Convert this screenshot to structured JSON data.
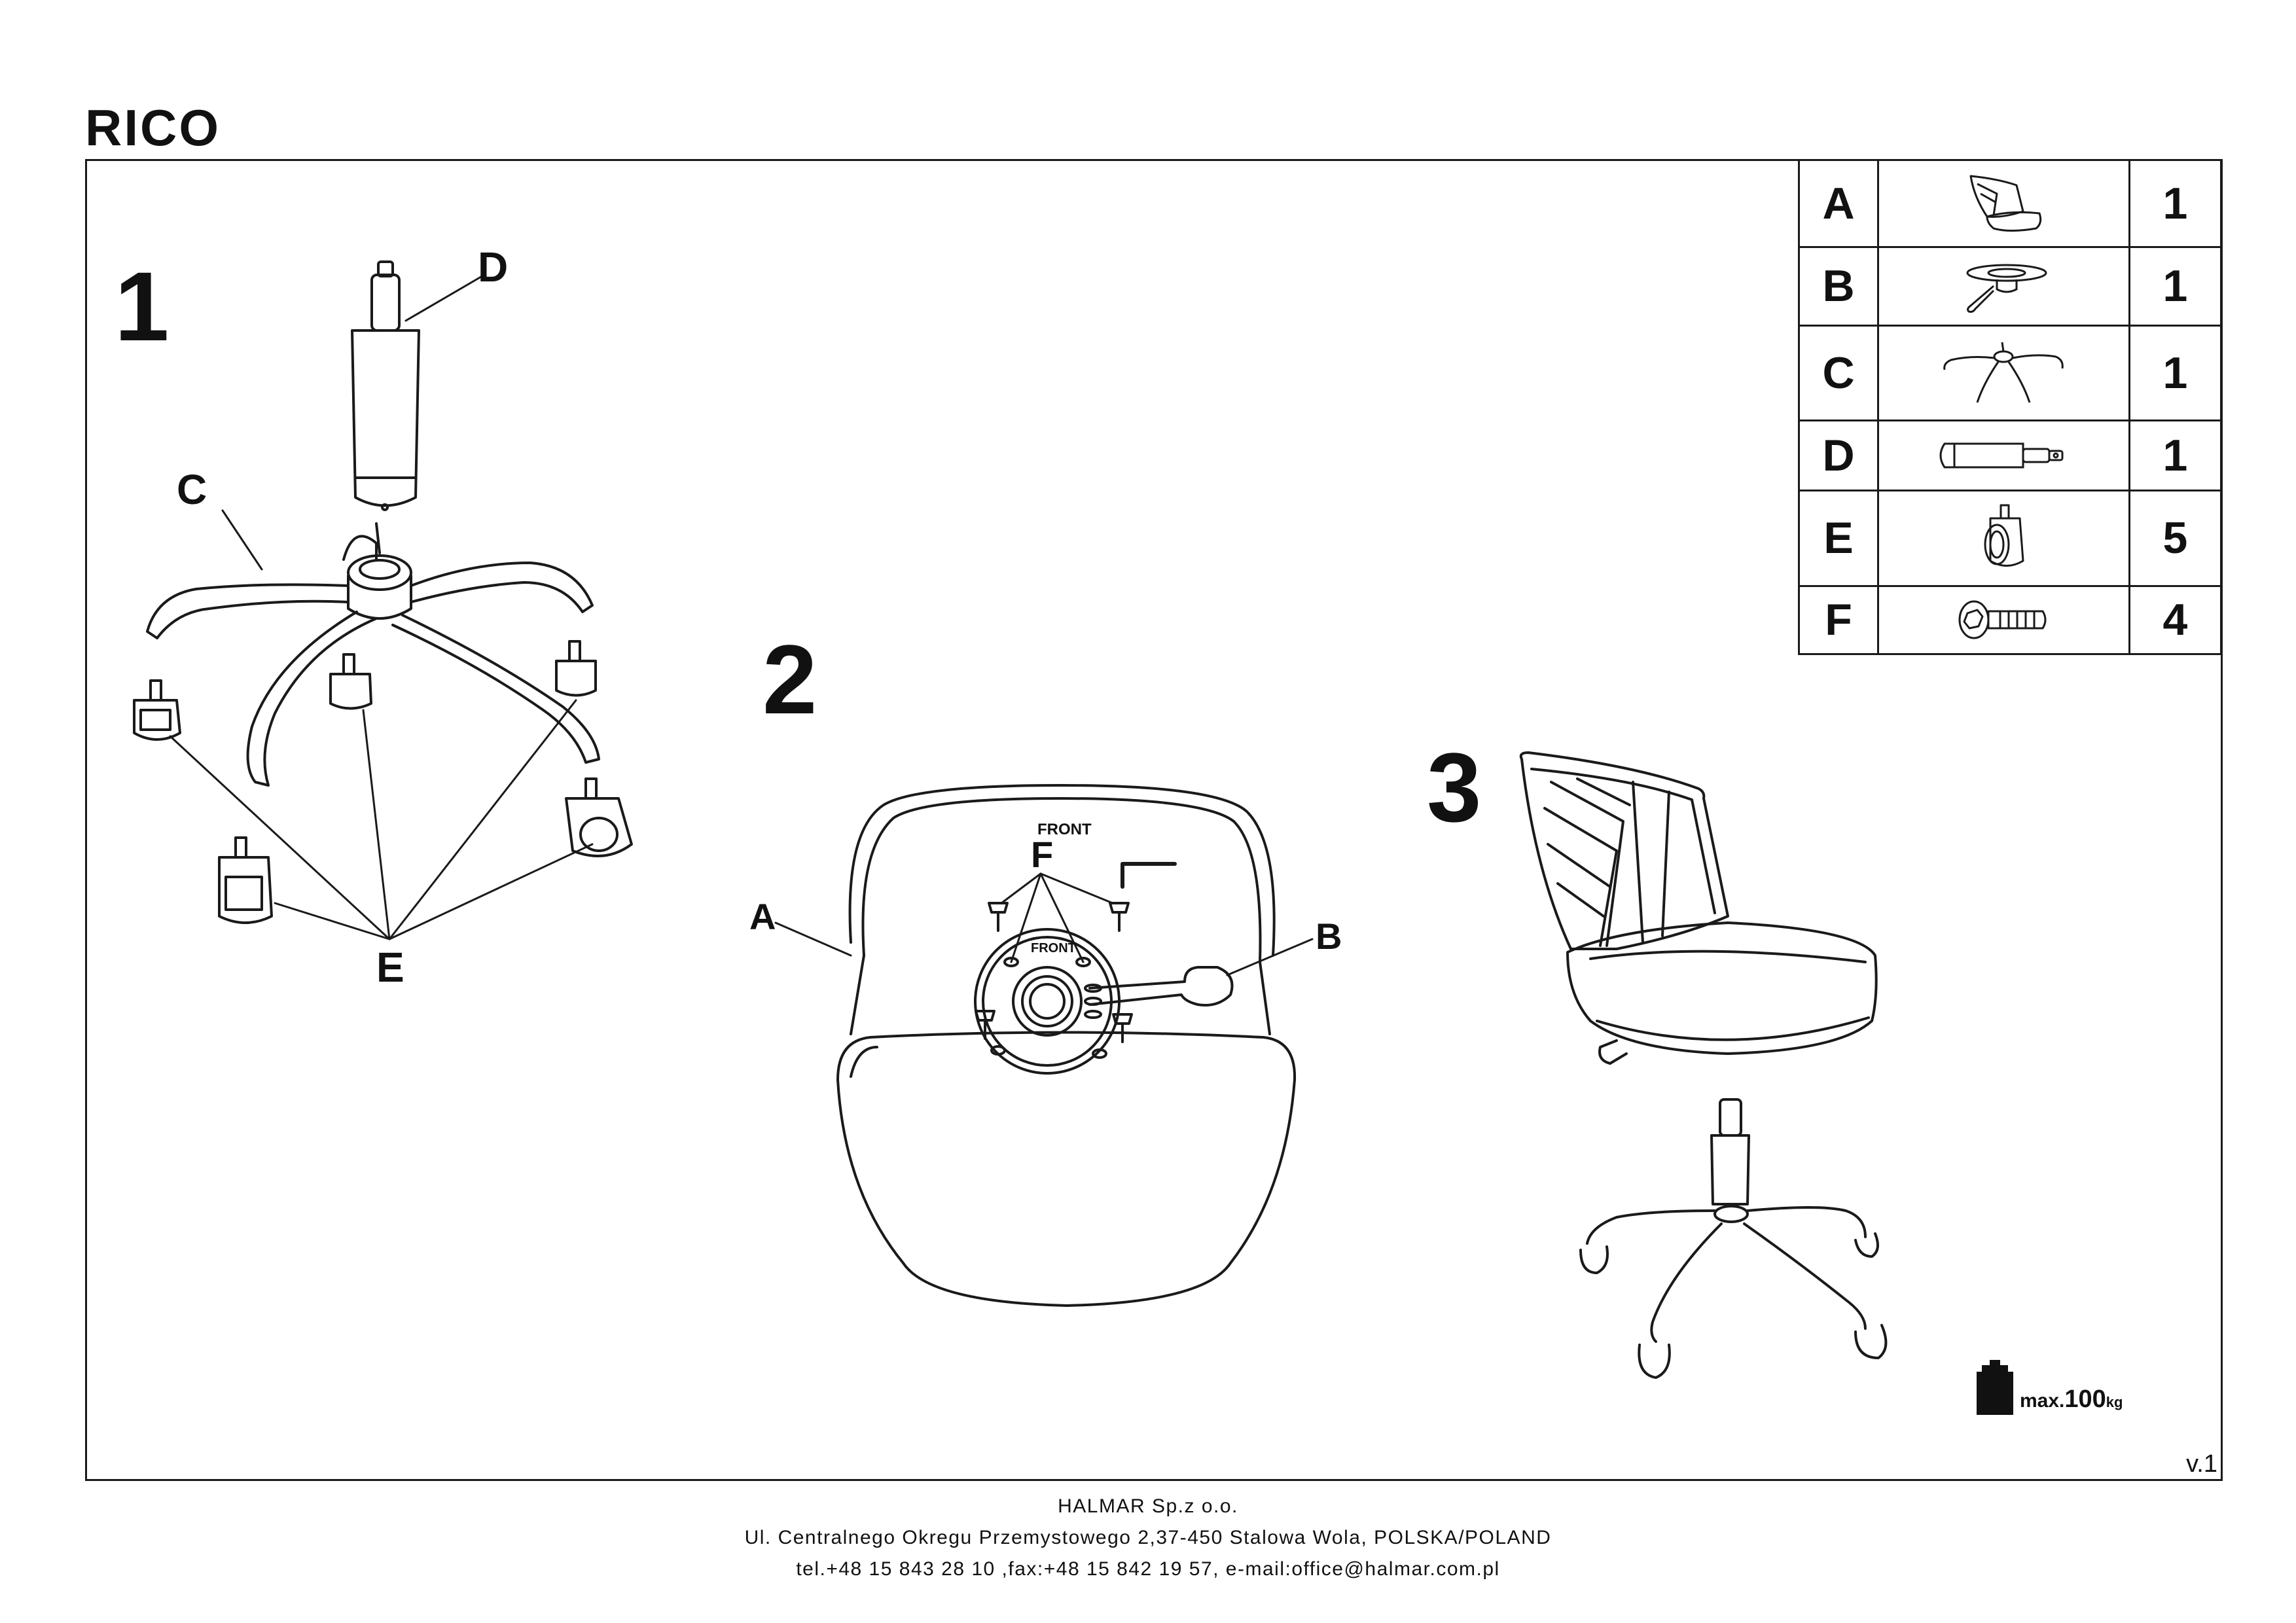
{
  "title": "RICO",
  "steps": [
    "1",
    "2",
    "3"
  ],
  "labels": {
    "step1": [
      "C",
      "D",
      "E"
    ],
    "step2": [
      "A",
      "B",
      "F"
    ],
    "front_mark": "FRONT"
  },
  "parts": [
    {
      "letter": "A",
      "icon": "seat-shell-icon",
      "qty": "1"
    },
    {
      "letter": "B",
      "icon": "tilt-mechanism-icon",
      "qty": "1"
    },
    {
      "letter": "C",
      "icon": "star-base-icon",
      "qty": "1"
    },
    {
      "letter": "D",
      "icon": "gas-lift-icon",
      "qty": "1"
    },
    {
      "letter": "E",
      "icon": "caster-wheel-icon",
      "qty": "5"
    },
    {
      "letter": "F",
      "icon": "bolt-icon",
      "qty": "4"
    }
  ],
  "max_load": {
    "prefix": "max.",
    "value": "100",
    "unit": "kg"
  },
  "version": "v.1",
  "footer": {
    "company": "HALMAR Sp.z o.o.",
    "address": "Ul. Centralnego Okregu Przemystowego 2,37-450 Stalowa Wola, POLSKA/POLAND",
    "contact": "tel.+48 15 843 28 10 ,fax:+48 15 842 19 57, e-mail:office@halmar.com.pl"
  }
}
